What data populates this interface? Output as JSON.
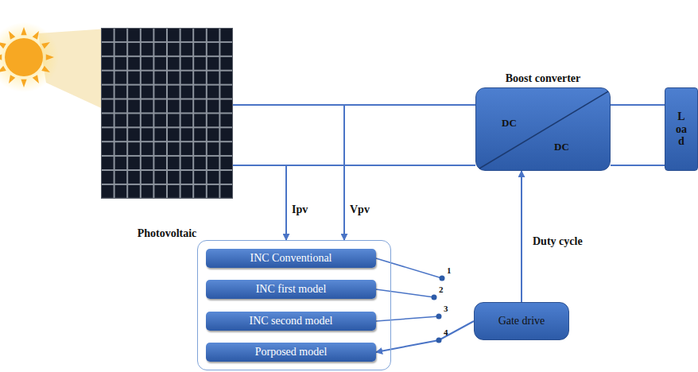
{
  "diagram": {
    "nodes": [
      {
        "text": [
          "Photovoltaic"
        ]
      },
      {
        "text": [
          "Boost converter",
          "DC",
          "DC"
        ]
      },
      {
        "text": [
          "Load"
        ]
      },
      {
        "text": []
      },
      {
        "text": [
          "INC Conventional"
        ],
        "in": 3
      },
      {
        "text": [
          "INC first model"
        ],
        "in": 3
      },
      {
        "text": [
          "INC second model"
        ],
        "in": 3
      },
      {
        "text": [
          "Porposed model"
        ],
        "in": 3
      },
      {
        "text": [
          "Gate drive"
        ]
      }
    ],
    "edges": [
      {
        "from": 0,
        "to": 1,
        "arrow": "none"
      },
      {
        "from": 0,
        "to": 1,
        "arrow": "none"
      },
      {
        "from": 1,
        "to": 2,
        "arrow": "none"
      },
      {
        "from": 1,
        "to": 2,
        "arrow": "none"
      },
      {
        "from": 0,
        "to": 3,
        "label": "Ipv",
        "arrow": "to"
      },
      {
        "from": 0,
        "to": 3,
        "label": "Vpv",
        "arrow": "to"
      },
      {
        "from": 8,
        "to": 1,
        "label": "Duty cycle",
        "arrow": "to"
      },
      {
        "from": 8,
        "to": 7,
        "arrow": "to"
      }
    ],
    "labels": [
      "1",
      "2",
      "3",
      "4"
    ]
  }
}
